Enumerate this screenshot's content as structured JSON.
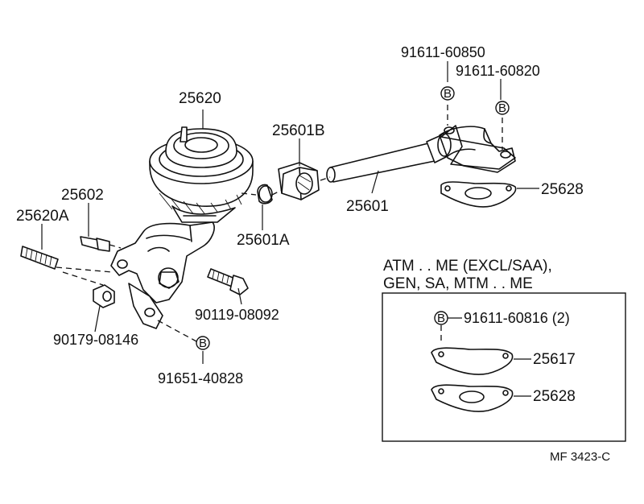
{
  "labels": {
    "p25620": "25620",
    "p25601B": "25601B",
    "p25602": "25602",
    "p25620A": "25620A",
    "p25601A": "25601A",
    "p25601": "25601",
    "p91611_60850": "91611-60850",
    "p91611_60820": "91611-60820",
    "p25628_top": "25628",
    "p90119_08092": "90119-08092",
    "p90179_08146": "90179-08146",
    "p91651_40828": "91651-40828"
  },
  "inset": {
    "title_line1": "ATM . . ME (EXCL/SAA),",
    "title_line2": "GEN, SA, MTM . . ME",
    "p91611_60816": "91611-60816 (2)",
    "p25617": "25617",
    "p25628": "25628"
  },
  "badge_letter": "B",
  "figure_code": "MF 3423-C"
}
